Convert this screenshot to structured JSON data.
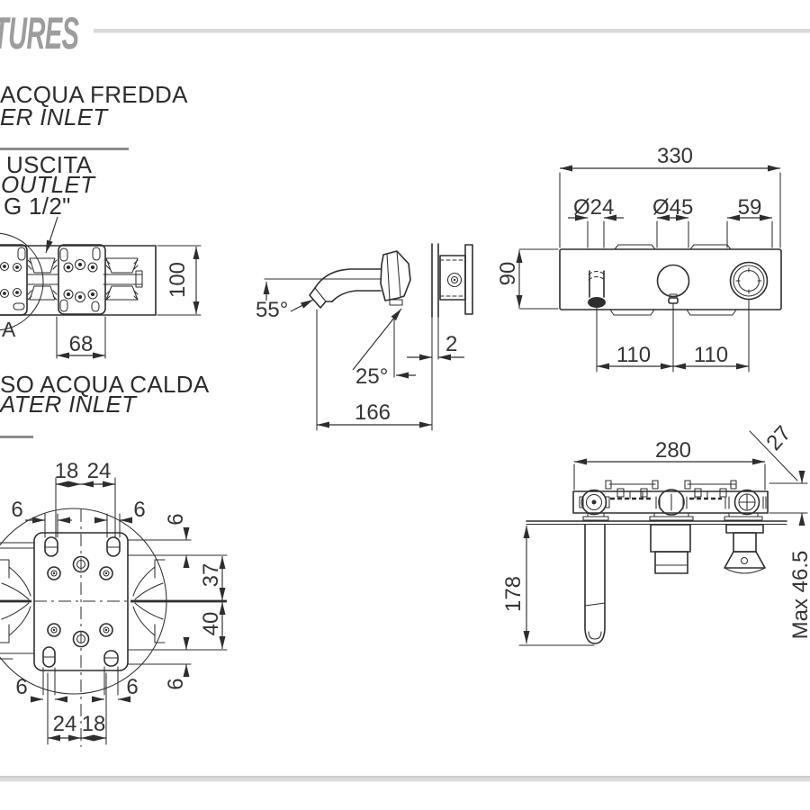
{
  "page": {
    "title": "TURES"
  },
  "labels": {
    "cold_inlet_l1": "ACQUA FREDDA",
    "cold_inlet_l2": "ER INLET",
    "outlet_l1": "USCITA",
    "outlet_l2": "OUTLET",
    "outlet_l3": "G 1/2\"",
    "hot_inlet_l1": "SO ACQUA CALDA",
    "hot_inlet_l2": "ATER INLET",
    "detail_marker": "A"
  },
  "rear_view": {
    "height": "100",
    "valve_spacing": "68"
  },
  "side_view": {
    "spout_angle": "55°",
    "tilt_angle": "25°",
    "reach": "166",
    "plate_thickness": "2"
  },
  "front_view": {
    "total_width": "330",
    "spout_diameter": "Ø24",
    "cartridge_diameter": "Ø45",
    "handle_width": "59",
    "body_height": "90",
    "pitch_left": "110",
    "pitch_right": "110"
  },
  "plan_view": {
    "body_width": "280",
    "body_depth": "27",
    "spout_reach": "178",
    "max_wall_thickness": "Max 46.5"
  },
  "detail_view": {
    "slot_offset_left": "18",
    "slot_offset_right": "24",
    "slot_width_top_left": "6",
    "slot_width_top_right": "6",
    "slot_height_top": "6",
    "upper_span": "37",
    "lower_span": "40",
    "slot_height_bottom": "6",
    "slot_width_bottom_left": "6",
    "slot_width_bottom_right": "6",
    "slot_offset_bottom_left": "24",
    "slot_offset_bottom_right": "18"
  },
  "colors": {
    "line": "#2e2e2e",
    "title_gray": "#9d9d9d",
    "divider": "#d9d9d9",
    "accent_gray": "#8c8c8c"
  }
}
